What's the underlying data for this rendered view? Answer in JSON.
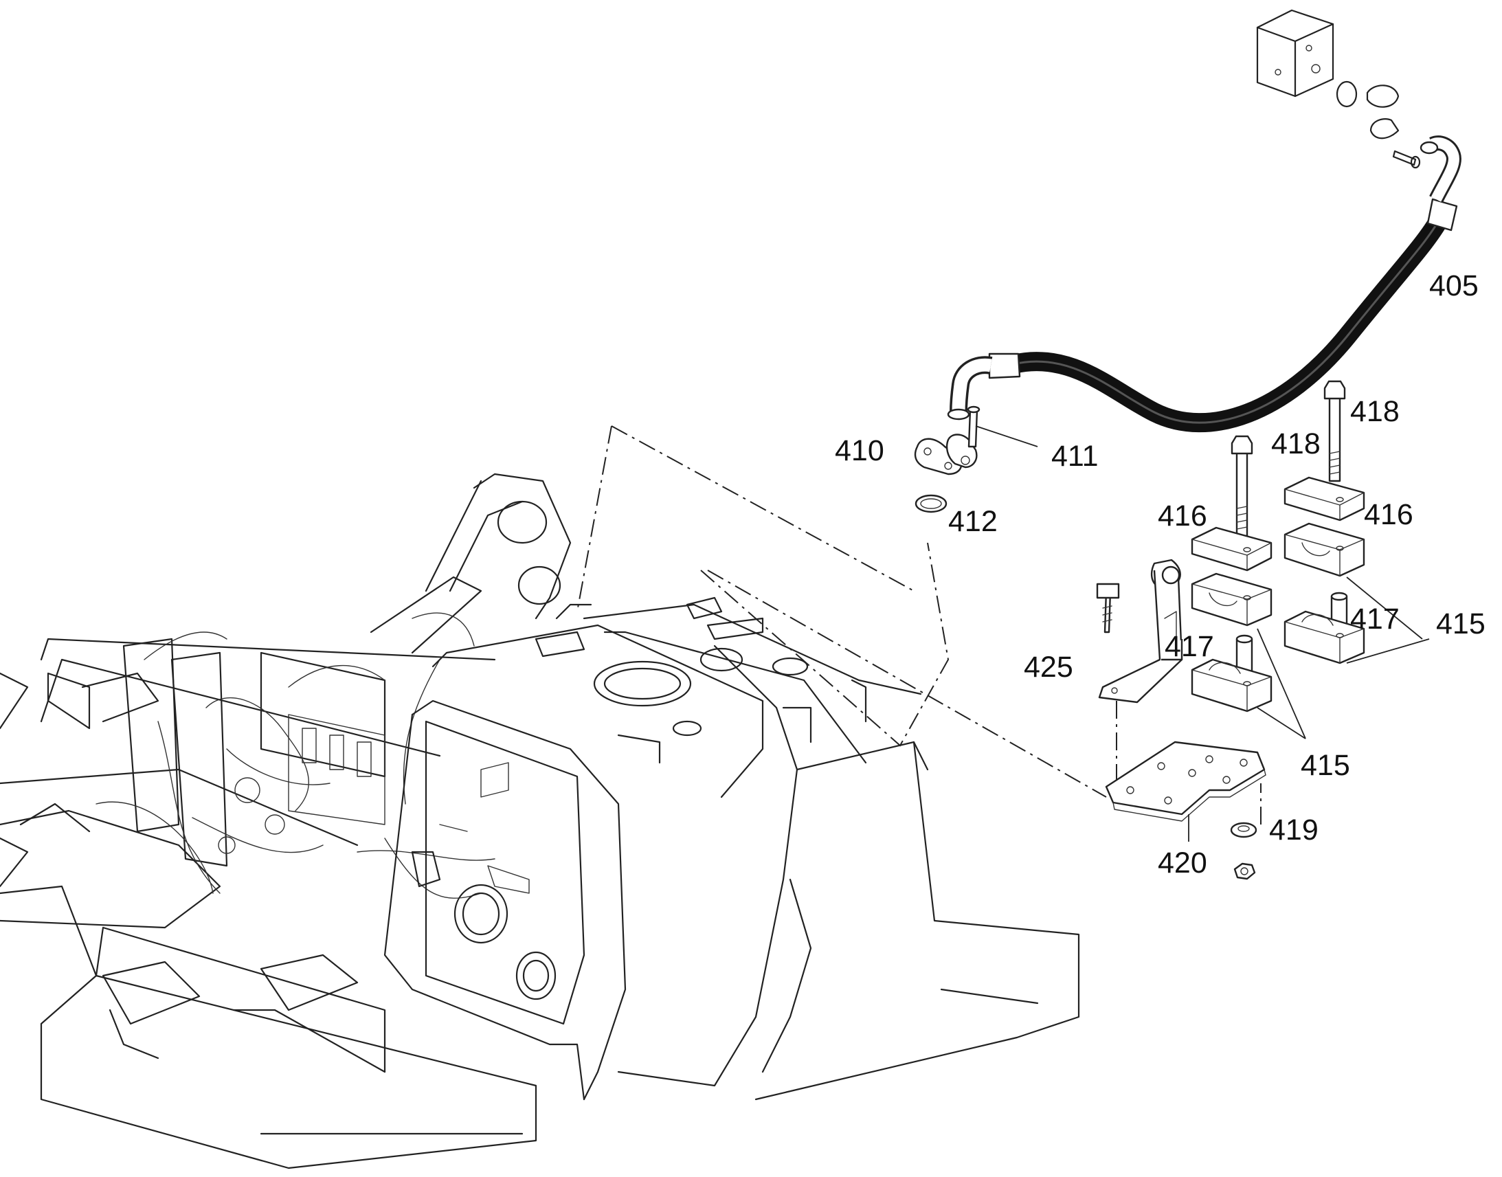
{
  "diagram": {
    "type": "exploded-parts-diagram",
    "callouts": [
      {
        "id": "405",
        "label": "405"
      },
      {
        "id": "410",
        "label": "410"
      },
      {
        "id": "411",
        "label": "411"
      },
      {
        "id": "412",
        "label": "412"
      },
      {
        "id": "415a",
        "label": "415"
      },
      {
        "id": "415b",
        "label": "415"
      },
      {
        "id": "416a",
        "label": "416"
      },
      {
        "id": "416b",
        "label": "416"
      },
      {
        "id": "417a",
        "label": "417"
      },
      {
        "id": "417b",
        "label": "417"
      },
      {
        "id": "418a",
        "label": "418"
      },
      {
        "id": "418b",
        "label": "418"
      },
      {
        "id": "419",
        "label": "419"
      },
      {
        "id": "420",
        "label": "420"
      },
      {
        "id": "425",
        "label": "425"
      }
    ],
    "colors": {
      "line": "#222222",
      "hose": "#111111",
      "background": "#ffffff"
    }
  }
}
